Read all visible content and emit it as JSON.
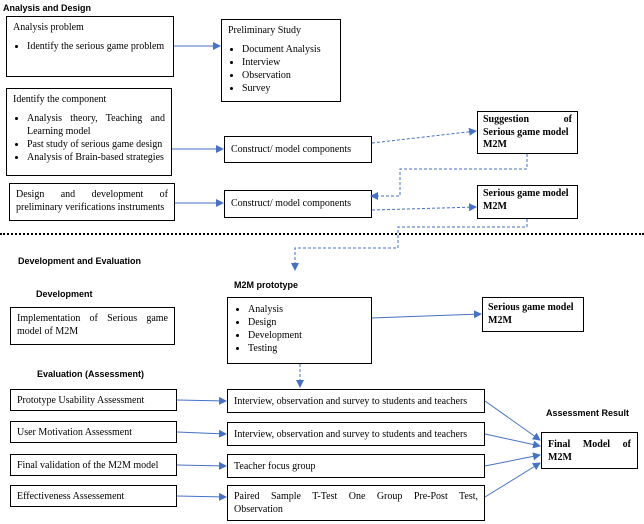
{
  "sections": {
    "analysis_design": "Analysis and Design",
    "development_evaluation": "Development and Evaluation",
    "development": "Development",
    "evaluation": "Evaluation (Assessment)",
    "m2m_prototype": "M2M prototype",
    "assessment_result": "Assessment Result"
  },
  "analysis_problem": {
    "title": "Analysis problem",
    "items": [
      "Identify the serious game problem"
    ]
  },
  "preliminary_study": {
    "title": "Preliminary Study",
    "items": [
      "Document Analysis",
      "Interview",
      "Observation",
      "Survey"
    ]
  },
  "identify_component": {
    "title": "Identify the component",
    "items": [
      "Analysis theory, Teaching and Learning model",
      "Past study of serious game design",
      "Analysis of Brain-based strategies"
    ]
  },
  "construct_1": "Construct/ model components",
  "construct_2": "Construct/ model components",
  "suggestion": {
    "line1": "Suggestion of",
    "line2": "Serious game model",
    "line3": "M2M"
  },
  "design_dev": {
    "line1": "Design and development of",
    "line2": "preliminary verifications instruments"
  },
  "serious_model_1": {
    "line1": "Serious game model",
    "line2": "M2M"
  },
  "implementation": {
    "line1": "Implementation of Serious game",
    "line2": "model of M2M"
  },
  "prototype": {
    "items": [
      "Analysis",
      "Design",
      "Development",
      "Testing"
    ]
  },
  "serious_model_2": {
    "line1": "Serious game model",
    "line2": "M2M"
  },
  "eval_left": [
    "Prototype Usability Assessment",
    "User Motivation Assessment",
    "Final validation of the M2M model",
    "Effectiveness Assessement"
  ],
  "eval_right": {
    "r1": "Interview, observation and survey to students and teachers",
    "r2": "Interview, observation and survey to students and teachers",
    "r3": "Teacher focus group",
    "r4_line1": "Paired Sample T-Test One Group Pre-Post Test,",
    "r4_line2": "Observation"
  },
  "final_model": {
    "line1": "Final Model of",
    "line2": "M2M"
  },
  "colors": {
    "arrow": "#4472C4",
    "border": "#000000"
  }
}
